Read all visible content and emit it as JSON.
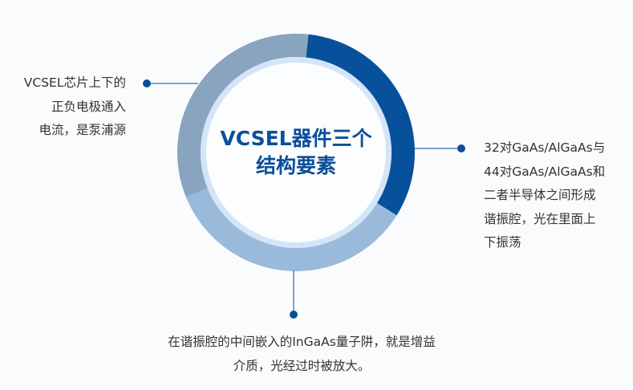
{
  "title": {
    "line1": "VCSEL器件三个",
    "line2": "结构要素"
  },
  "annotations": {
    "left": {
      "lines": [
        "VCSEL芯片上下的",
        "正负电极通入",
        "电流，是泵浦源"
      ]
    },
    "right": {
      "lines": [
        "32对GaAs/AlGaAs与",
        "44对GaAs/AlGaAs和",
        "二者半导体之间形成",
        "谐振腔，光在里面上",
        "下振荡"
      ]
    },
    "bottom": {
      "lines": [
        "在谐振腔的中间嵌入的InGaAs量子阱，就是增益",
        "介质，光经过时被放大。"
      ]
    }
  },
  "colors": {
    "dark": "#07509c",
    "medium": "#9abadc",
    "gray": "#88a4bf",
    "inner_band": "#d3e5f6",
    "accent": "#0b4f9a"
  }
}
